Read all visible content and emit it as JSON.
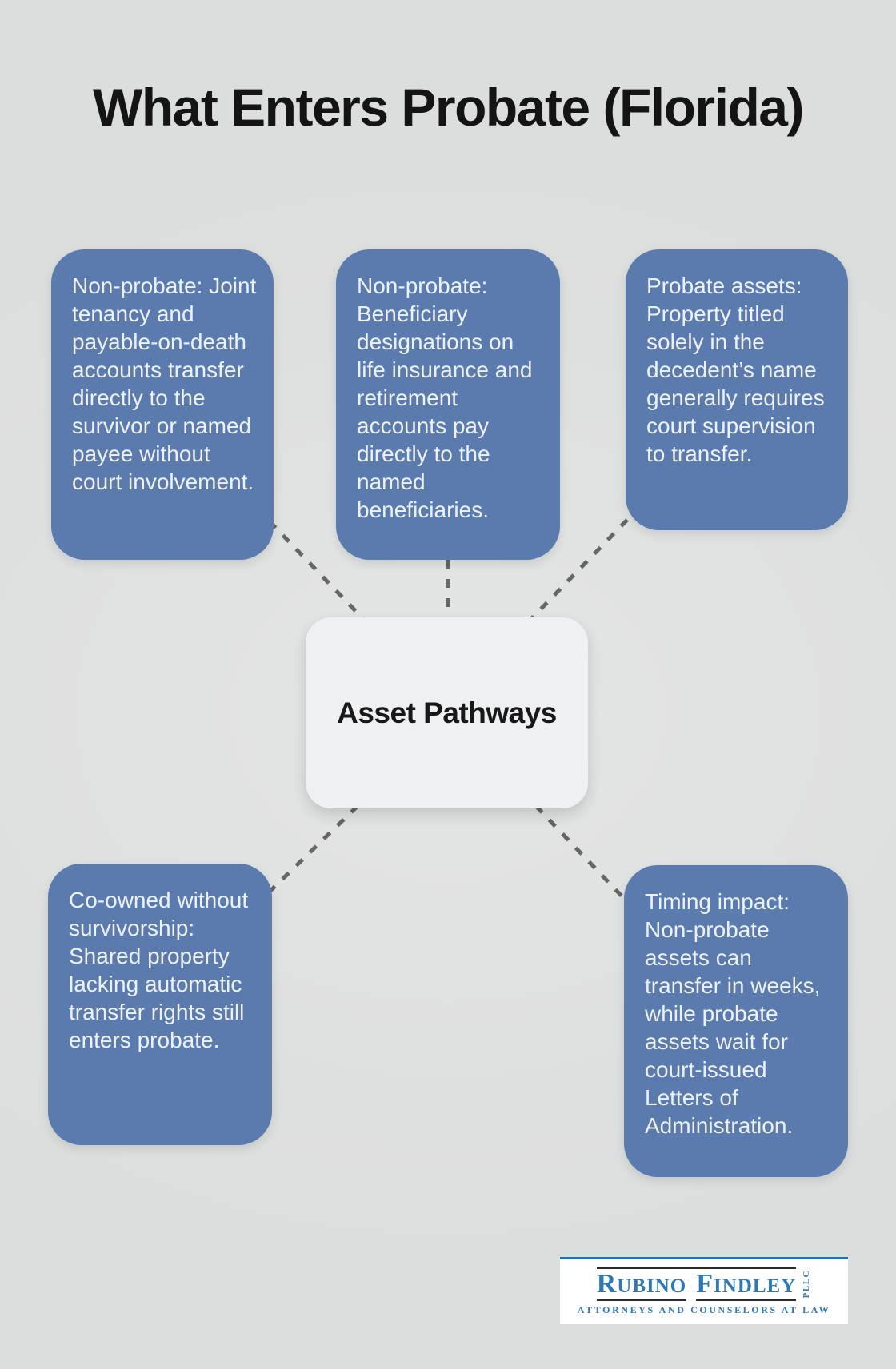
{
  "title": "What Enters Probate (Florida)",
  "center_node": {
    "label": "Asset Pathways"
  },
  "nodes": [
    {
      "id": "non-probate-joint-tenancy",
      "text": "Non-probate: Joint tenancy and payable-on-death accounts transfer directly to the survivor or named payee without court involvement."
    },
    {
      "id": "non-probate-beneficiary",
      "text": "Non-probate: Beneficiary designations on life insurance and retirement accounts pay directly to the named beneficiaries."
    },
    {
      "id": "probate-assets",
      "text": "Probate assets: Property titled solely in the decedent’s name generally requires court supervision to transfer."
    },
    {
      "id": "co-owned-without-survivorship",
      "text": "Co-owned without survivorship: Shared property lacking automatic transfer rights still enters probate."
    },
    {
      "id": "timing-impact",
      "text": "Timing impact: Non-probate assets can transfer in weeks, while probate assets wait for court-issued Letters of Administration."
    }
  ],
  "logo": {
    "name_word1_initial": "R",
    "name_word1_rest": "UBINO",
    "name_word2_initial": "F",
    "name_word2_rest": "INDLEY",
    "suffix": "PLLC",
    "tagline": "ATTORNEYS AND COUNSELORS AT LAW"
  },
  "colors": {
    "background": "#dfe0e0",
    "node_fill": "#5b7aad",
    "node_text": "#eef1f6",
    "center_fill": "#eff0f2",
    "connector": "#666666",
    "logo_blue": "#2e78b8",
    "logo_rule": "#2b2b2b",
    "title_text": "#141414"
  }
}
